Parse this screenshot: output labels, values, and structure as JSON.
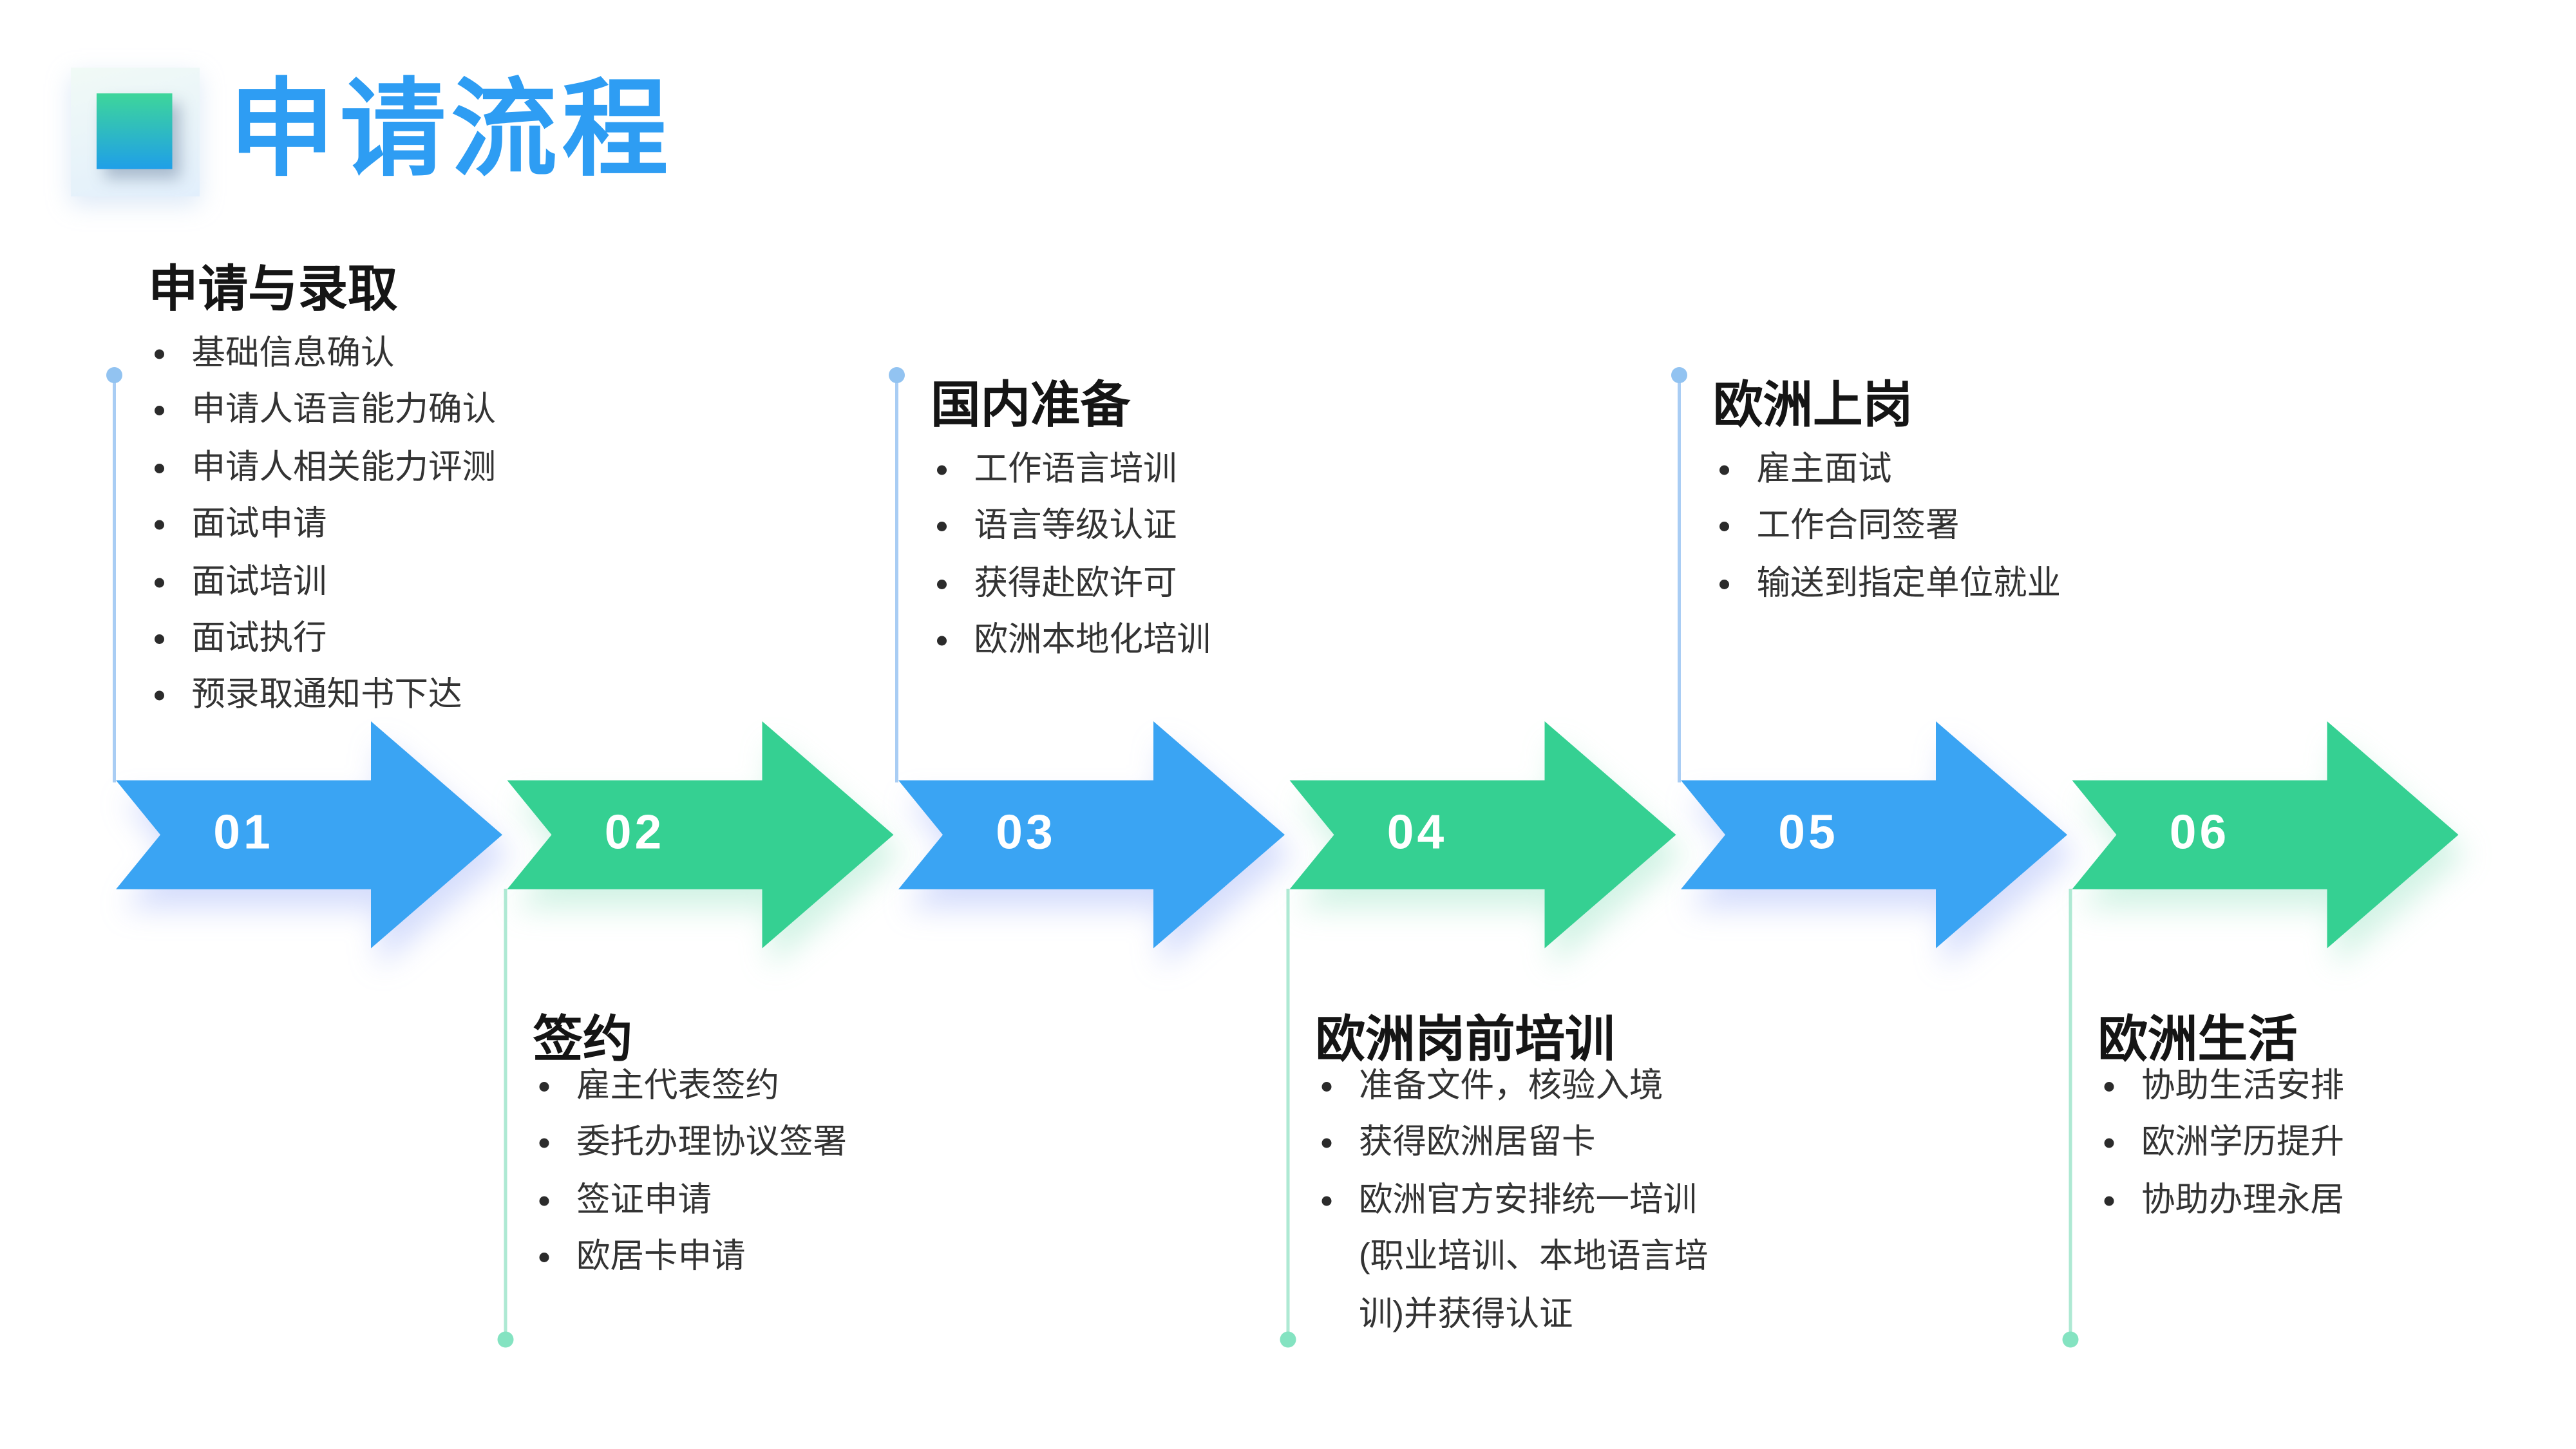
{
  "slide": {
    "title": "申请流程"
  },
  "palette": {
    "title_blue": "#2E9DF3",
    "arrow_blue": "#3AA4F3",
    "arrow_green": "#35D092",
    "connector_blue": "#A9CDF4",
    "connector_green": "#AEE9D3",
    "heading_text": "#151515",
    "bullet_text": "#333333"
  },
  "steps": [
    {
      "number": "01",
      "arrow_color": "blue",
      "label_position": "top",
      "label": "申请与录取",
      "items": [
        "基础信息确认",
        "申请人语言能力确认",
        "申请人相关能力评测",
        "面试申请",
        "面试培训",
        "面试执行",
        "预录取通知书下达"
      ]
    },
    {
      "number": "02",
      "arrow_color": "green",
      "label_position": "bottom",
      "label": "签约",
      "items": [
        "雇主代表签约",
        "委托办理协议签署",
        "签证申请",
        "欧居卡申请"
      ]
    },
    {
      "number": "03",
      "arrow_color": "blue",
      "label_position": "top",
      "label": "国内准备",
      "items": [
        "工作语言培训",
        "语言等级认证",
        "获得赴欧许可",
        "欧洲本地化培训"
      ]
    },
    {
      "number": "04",
      "arrow_color": "green",
      "label_position": "bottom",
      "label": "欧洲岗前培训",
      "items": [
        "准备文件，核验入境",
        "获得欧洲居留卡",
        "欧洲官方安排统一培训(职业培训、本地语言培训)并获得认证"
      ]
    },
    {
      "number": "05",
      "arrow_color": "blue",
      "label_position": "top",
      "label": "欧洲上岗",
      "items": [
        "雇主面试",
        "工作合同签署",
        "输送到指定单位就业"
      ]
    },
    {
      "number": "06",
      "arrow_color": "green",
      "label_position": "bottom",
      "label": "欧洲生活",
      "items": [
        "协助生活安排",
        "欧洲学历提升",
        "协助办理永居"
      ]
    }
  ]
}
